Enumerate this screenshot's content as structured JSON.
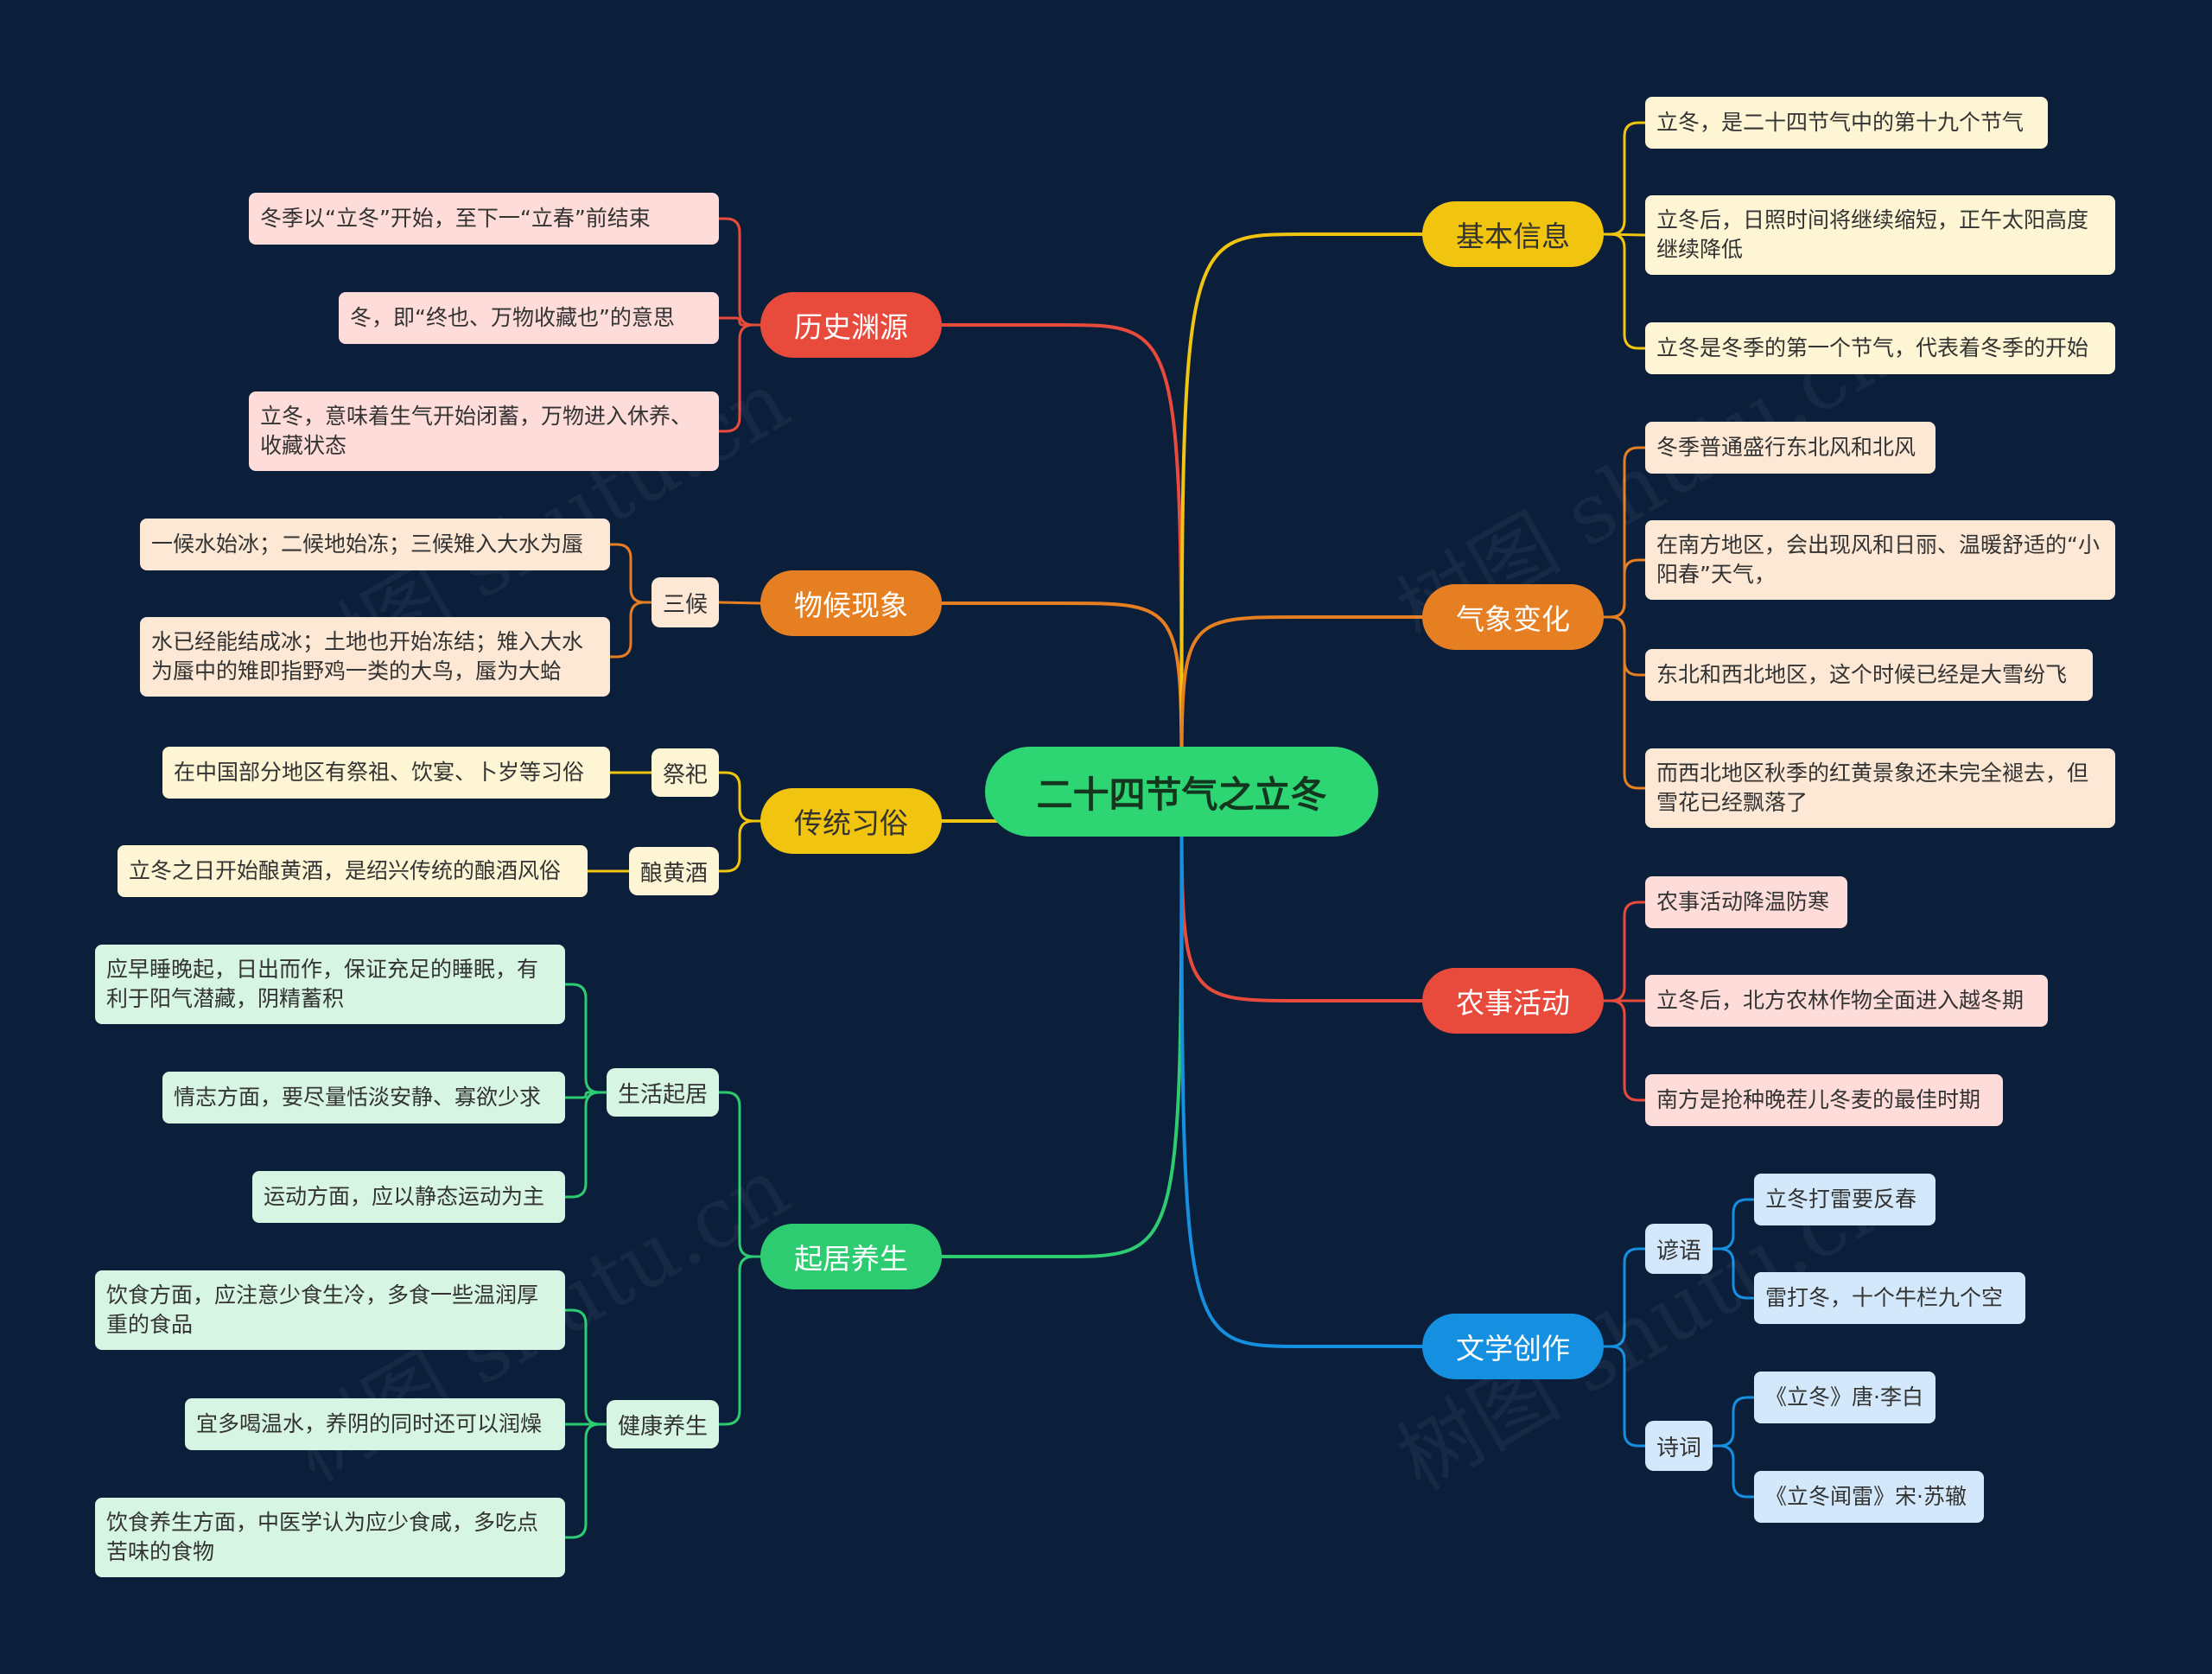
{
  "watermark": "树图 shutu.cn",
  "root": {
    "label": "二十四节气之立冬",
    "color": "#2ed573"
  },
  "branches": [
    {
      "id": "lishi",
      "label": "历史渊源",
      "color": "#e84a3c",
      "leaves": [
        {
          "text": "冬季以“立冬”开始，至下一“立春”前结束",
          "bg": "#fddcd9"
        },
        {
          "text": "冬，即“终也、万物收藏也”的意思",
          "bg": "#fddcd9"
        },
        {
          "text": "立冬，意味着生气开始闭蓄，万物进入休养、收藏状态",
          "bg": "#fddcd9"
        }
      ]
    },
    {
      "id": "wuhou",
      "label": "物候现象",
      "color": "#e67e22",
      "subs": [
        {
          "label": "三候",
          "leaves": [
            {
              "text": "一候水始冰；二候地始冻；三候雉入大水为蜃",
              "bg": "#fde8d5"
            },
            {
              "text": "水已经能结成冰；土地也开始冻结；雉入大水为蜃中的雉即指野鸡一类的大鸟，蜃为大蛤",
              "bg": "#fde8d5"
            }
          ]
        }
      ]
    },
    {
      "id": "xisu",
      "label": "传统习俗",
      "color": "#f1c40f",
      "subs": [
        {
          "label": "祭祀",
          "leaves": [
            {
              "text": "在中国部分地区有祭祖、饮宴、卜岁等习俗",
              "bg": "#fdf5d3"
            }
          ]
        },
        {
          "label": "酿黄酒",
          "leaves": [
            {
              "text": "立冬之日开始酿黄酒，是绍兴传统的酿酒风俗",
              "bg": "#fdf5d3"
            }
          ]
        }
      ]
    },
    {
      "id": "yangsheng",
      "label": "起居养生",
      "color": "#2ecc71",
      "subs": [
        {
          "label": "生活起居",
          "leaves": [
            {
              "text": "应早睡晚起，日出而作，保证充足的睡眠，有利于阳气潜藏，阴精蓄积",
              "bg": "#d7f5e3"
            },
            {
              "text": "情志方面，要尽量恬淡安静、寡欲少求",
              "bg": "#d7f5e3"
            },
            {
              "text": "运动方面，应以静态运动为主",
              "bg": "#d7f5e3"
            }
          ]
        },
        {
          "label": "健康养生",
          "leaves": [
            {
              "text": "饮食方面，应注意少食生冷，多食一些温润厚重的食品",
              "bg": "#d7f5e3"
            },
            {
              "text": "宜多喝温水，养阴的同时还可以润燥",
              "bg": "#d7f5e3"
            },
            {
              "text": "饮食养生方面，中医学认为应少食咸，多吃点苦味的食物",
              "bg": "#d7f5e3"
            }
          ]
        }
      ]
    },
    {
      "id": "jiben",
      "label": "基本信息",
      "color": "#f1c40f",
      "leaves": [
        {
          "text": "立冬，是二十四节气中的第十九个节气",
          "bg": "#fdf5d3"
        },
        {
          "text": "立冬后，日照时间将继续缩短，正午太阳高度继续降低",
          "bg": "#fdf5d3"
        },
        {
          "text": "立冬是冬季的第一个节气，代表着冬季的开始",
          "bg": "#fdf5d3"
        }
      ]
    },
    {
      "id": "qixiang",
      "label": "气象变化",
      "color": "#e67e22",
      "leaves": [
        {
          "text": "冬季普通盛行东北风和北风",
          "bg": "#fde8d5"
        },
        {
          "text": "在南方地区，会出现风和日丽、温暖舒适的“小阳春”天气，",
          "bg": "#fde8d5"
        },
        {
          "text": "东北和西北地区，这个时候已经是大雪纷飞",
          "bg": "#fde8d5"
        },
        {
          "text": "而西北地区秋季的红黄景象还未完全褪去，但雪花已经飘落了",
          "bg": "#fde8d5"
        }
      ]
    },
    {
      "id": "nongshi",
      "label": "农事活动",
      "color": "#e84a3c",
      "leaves": [
        {
          "text": "农事活动降温防寒",
          "bg": "#fddcd9"
        },
        {
          "text": "立冬后，北方农林作物全面进入越冬期",
          "bg": "#fddcd9"
        },
        {
          "text": "南方是抢种晚茬儿冬麦的最佳时期",
          "bg": "#fddcd9"
        }
      ]
    },
    {
      "id": "wenxue",
      "label": "文学创作",
      "color": "#1590e0",
      "subs": [
        {
          "label": "谚语",
          "leaves": [
            {
              "text": "立冬打雷要反春",
              "bg": "#d3e9fb"
            },
            {
              "text": "雷打冬，十个牛栏九个空",
              "bg": "#d3e9fb"
            }
          ]
        },
        {
          "label": "诗词",
          "leaves": [
            {
              "text": "《立冬》唐·李白",
              "bg": "#d3e9fb"
            },
            {
              "text": "《立冬闻雷》宋·苏辙",
              "bg": "#d3e9fb"
            }
          ]
        }
      ]
    }
  ]
}
